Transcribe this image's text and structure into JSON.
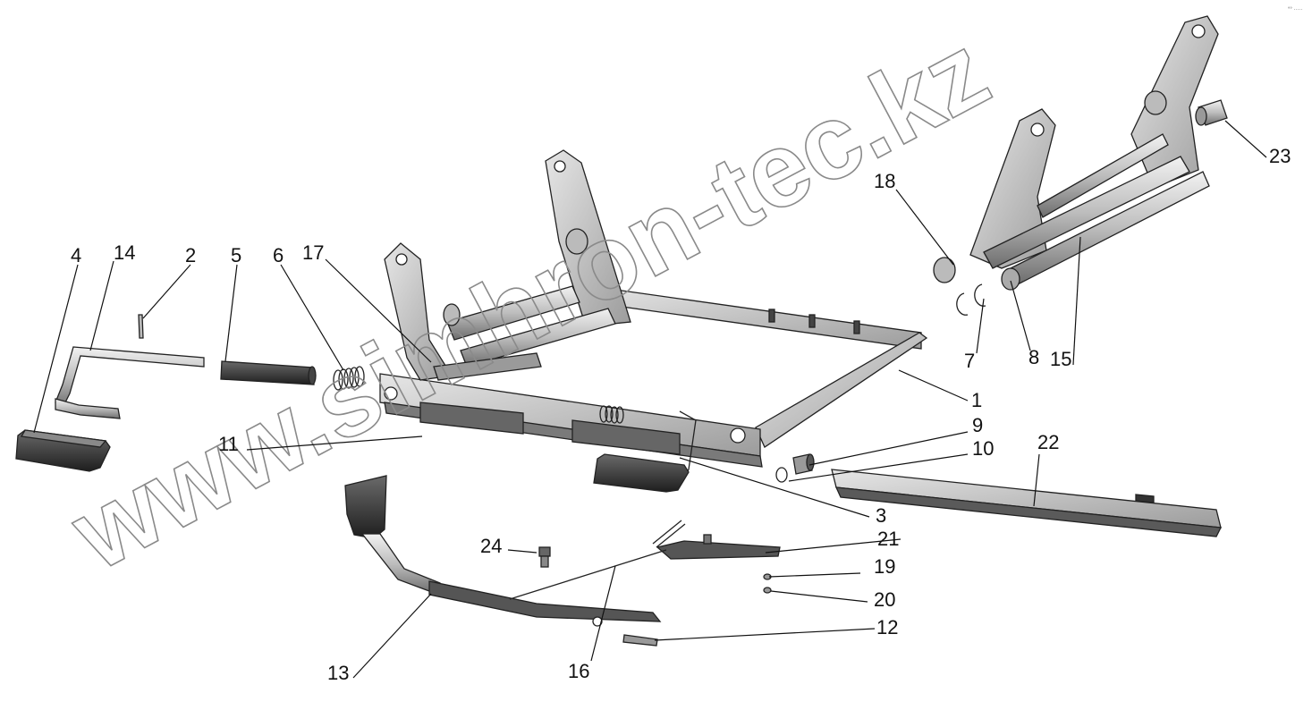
{
  "watermark": "www.simhron-tec.kz",
  "corner_mark": "°° ·····",
  "parts": {
    "p1": "1",
    "p2": "2",
    "p3": "3",
    "p4": "4",
    "p5": "5",
    "p6": "6",
    "p7": "7",
    "p8": "8",
    "p9": "9",
    "p10": "10",
    "p11": "11",
    "p12": "12",
    "p13": "13",
    "p14": "14",
    "p15": "15",
    "p16": "16",
    "p17": "17",
    "p18": "18",
    "p19": "19",
    "p20": "20",
    "p21": "21",
    "p22": "22",
    "p23": "23",
    "p24": "24"
  },
  "colors": {
    "metal_light": "#d9d9d9",
    "metal_mid": "#a8a8a8",
    "metal_dark": "#555555",
    "rubber": "#3a3a3a"
  }
}
